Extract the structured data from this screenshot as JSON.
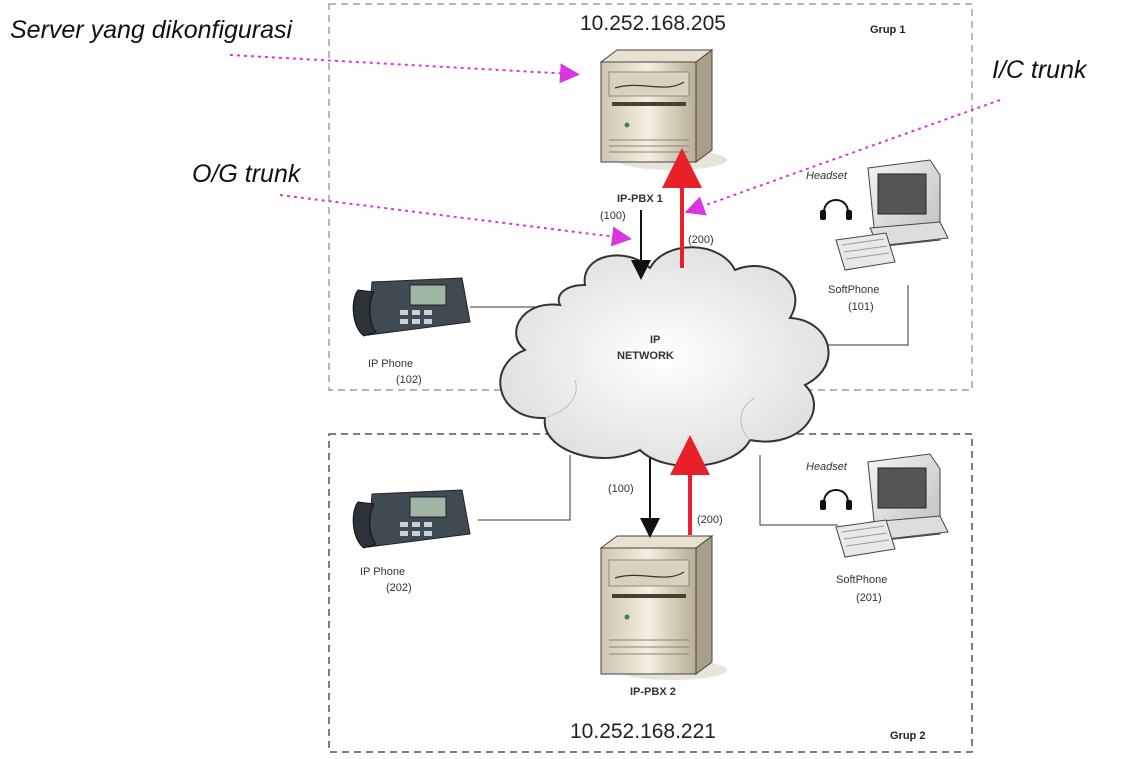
{
  "annotations": {
    "server_label": "Server yang dikonfigurasi",
    "og_trunk": "O/G trunk",
    "ic_trunk": "I/C  trunk"
  },
  "group1": {
    "title": "Grup 1",
    "ip_address": "10.252.168.205",
    "pbx_name": "IP-PBX 1",
    "pbx_out_ext": "(100)",
    "pbx_in_ext": "(200)",
    "softphone": {
      "headset": "Headset",
      "name": "SoftPhone",
      "ext": "(101)"
    },
    "ipphone": {
      "name": "IP Phone",
      "ext": "(102)"
    }
  },
  "group2": {
    "title": "Grup 2",
    "ip_address": "10.252.168.221",
    "pbx_name": "IP-PBX 2",
    "pbx_out_ext": "(100)",
    "pbx_in_ext": "(200)",
    "softphone": {
      "headset": "Headset",
      "name": "SoftPhone",
      "ext": "(201)"
    },
    "ipphone": {
      "name": "IP Phone",
      "ext": "(202)"
    }
  },
  "network": {
    "line1": "IP",
    "line2": "NETWORK"
  },
  "colors": {
    "trunk_in": "#e8202a",
    "trunk_out": "#111111",
    "annotation_arrow": "#d936e0",
    "group_border": "#8a8a8a"
  }
}
